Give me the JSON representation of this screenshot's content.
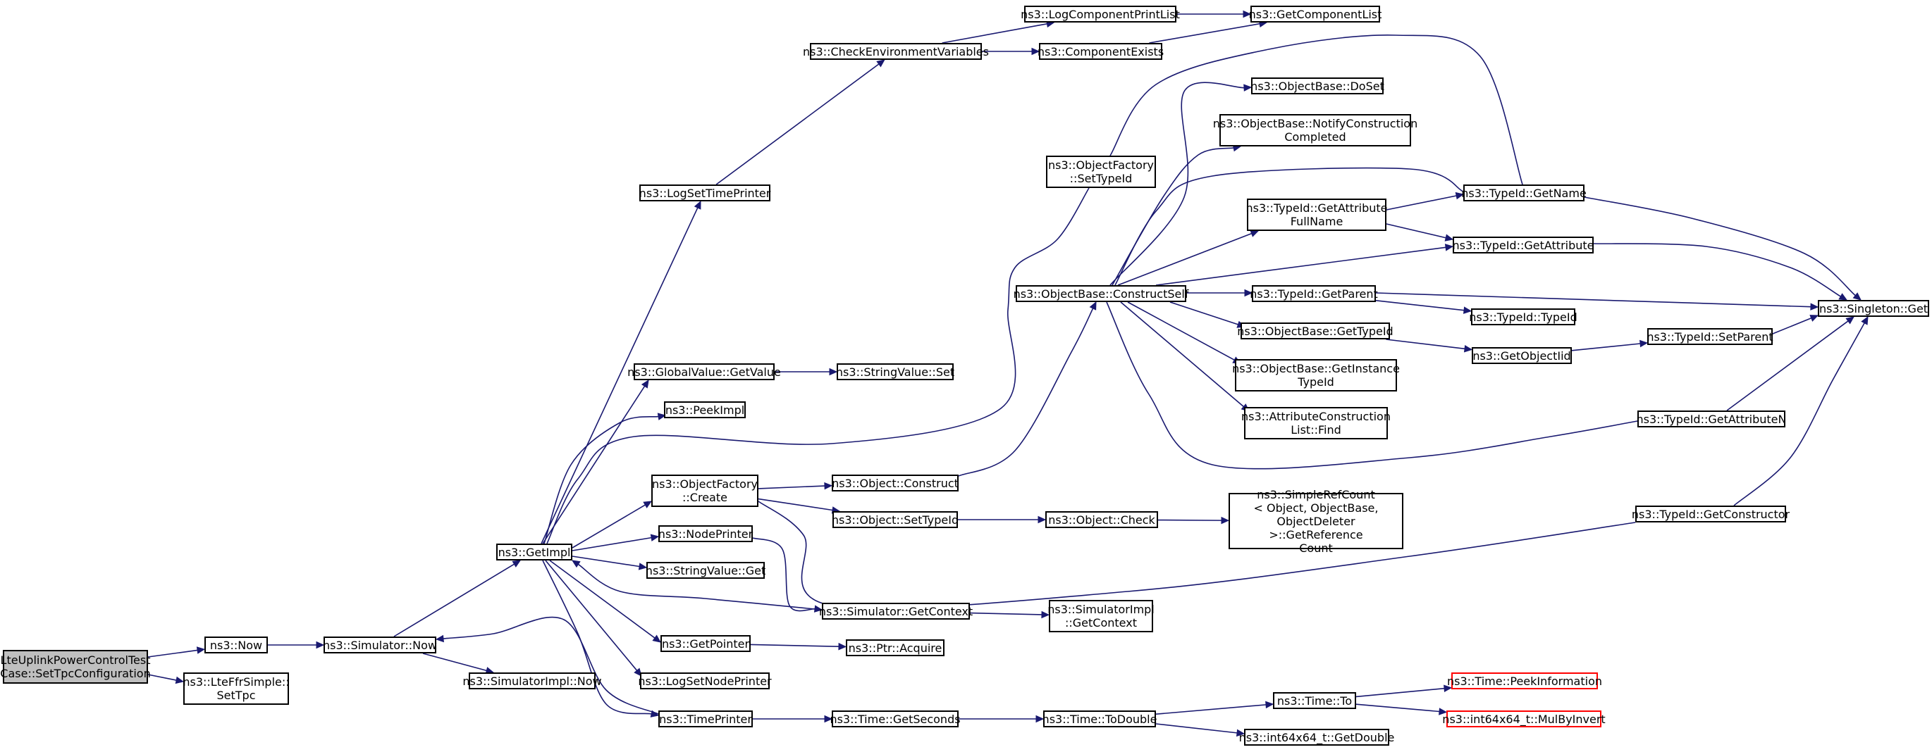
{
  "diagram": {
    "colors": {
      "edge": "#191970",
      "node_border": "#000000",
      "root_fill": "#bfbfbf",
      "truncated_border": "#ff0000"
    },
    "nodes": [
      {
        "id": "root",
        "label": "LteUplinkPowerControlTest\nCase::SetTpcConfiguration",
        "kind": "root"
      },
      {
        "id": "now",
        "label": "ns3::Now"
      },
      {
        "id": "setTpc",
        "label": "ns3::LteFfrSimple::\nSetTpc"
      },
      {
        "id": "simNow",
        "label": "ns3::Simulator::Now"
      },
      {
        "id": "simImplNow",
        "label": "ns3::SimulatorImpl::Now"
      },
      {
        "id": "getImpl",
        "label": "ns3::GetImpl"
      },
      {
        "id": "logSetTimePrinter",
        "label": "ns3::LogSetTimePrinter"
      },
      {
        "id": "checkEnv",
        "label": "ns3::CheckEnvironmentVariables"
      },
      {
        "id": "logCompPrint",
        "label": "ns3::LogComponentPrintList"
      },
      {
        "id": "compExists",
        "label": "ns3::ComponentExists"
      },
      {
        "id": "getCompList",
        "label": "ns3::GetComponentList"
      },
      {
        "id": "gvGetValue",
        "label": "ns3::GlobalValue::GetValue"
      },
      {
        "id": "strValSet",
        "label": "ns3::StringValue::Set"
      },
      {
        "id": "peekImpl",
        "label": "ns3::PeekImpl"
      },
      {
        "id": "ofCreate",
        "label": "ns3::ObjectFactory\n::Create"
      },
      {
        "id": "nodePrinter",
        "label": "ns3::NodePrinter"
      },
      {
        "id": "strValGet",
        "label": "ns3::StringValue::Get"
      },
      {
        "id": "getPointer",
        "label": "ns3::GetPointer"
      },
      {
        "id": "logSetNodePrinter",
        "label": "ns3::LogSetNodePrinter"
      },
      {
        "id": "timePrinter",
        "label": "ns3::TimePrinter"
      },
      {
        "id": "ofSetTypeId",
        "label": "ns3::ObjectFactory\n::SetTypeId"
      },
      {
        "id": "obConstructSelf",
        "label": "ns3::ObjectBase::ConstructSelf"
      },
      {
        "id": "objConstruct",
        "label": "ns3::Object::Construct"
      },
      {
        "id": "objSetTypeId",
        "label": "ns3::Object::SetTypeId"
      },
      {
        "id": "objCheck",
        "label": "ns3::Object::Check"
      },
      {
        "id": "simGetContext",
        "label": "ns3::Simulator::GetContext"
      },
      {
        "id": "simImplGetContext",
        "label": "ns3::SimulatorImpl\n::GetContext"
      },
      {
        "id": "ptrAcquire",
        "label": "ns3::Ptr::Acquire"
      },
      {
        "id": "timeGetSeconds",
        "label": "ns3::Time::GetSeconds"
      },
      {
        "id": "timeToDouble",
        "label": "ns3::Time::ToDouble"
      },
      {
        "id": "timeTo",
        "label": "ns3::Time::To"
      },
      {
        "id": "intGetDouble",
        "label": "ns3::int64x64_t::GetDouble"
      },
      {
        "id": "timePeekInfo",
        "label": "ns3::Time::PeekInformation",
        "kind": "truncated"
      },
      {
        "id": "intMulByInvert",
        "label": "ns3::int64x64_t::MulByInvert",
        "kind": "truncated"
      },
      {
        "id": "obDoSet",
        "label": "ns3::ObjectBase::DoSet"
      },
      {
        "id": "obNotify",
        "label": "ns3::ObjectBase::NotifyConstruction\nCompleted"
      },
      {
        "id": "tidGetAttrFullName",
        "label": "ns3::TypeId::GetAttribute\nFullName"
      },
      {
        "id": "tidGetParent",
        "label": "ns3::TypeId::GetParent"
      },
      {
        "id": "obGetTypeId",
        "label": "ns3::ObjectBase::GetTypeId"
      },
      {
        "id": "obGetInstanceTypeId",
        "label": "ns3::ObjectBase::GetInstance\nTypeId"
      },
      {
        "id": "acListFind",
        "label": "ns3::AttributeConstruction\nList::Find"
      },
      {
        "id": "simpleRefCount",
        "label": "ns3::SimpleRefCount\n< Object, ObjectBase,\n ObjectDeleter >::GetReference\nCount"
      },
      {
        "id": "tidGetName",
        "label": "ns3::TypeId::GetName"
      },
      {
        "id": "tidGetAttribute",
        "label": "ns3::TypeId::GetAttribute"
      },
      {
        "id": "tidTypeId",
        "label": "ns3::TypeId::TypeId"
      },
      {
        "id": "getObjectIid",
        "label": "ns3::GetObjectIid"
      },
      {
        "id": "tidSetParent",
        "label": "ns3::TypeId::SetParent"
      },
      {
        "id": "tidGetAttributeN",
        "label": "ns3::TypeId::GetAttributeN"
      },
      {
        "id": "tidGetConstructor",
        "label": "ns3::TypeId::GetConstructor"
      },
      {
        "id": "singletonGet",
        "label": "ns3::Singleton::Get"
      }
    ],
    "edges": [
      [
        "root",
        "now"
      ],
      [
        "root",
        "setTpc"
      ],
      [
        "now",
        "simNow"
      ],
      [
        "simNow",
        "getImpl"
      ],
      [
        "simNow",
        "simImplNow"
      ],
      [
        "getImpl",
        "logSetTimePrinter"
      ],
      [
        "getImpl",
        "gvGetValue"
      ],
      [
        "getImpl",
        "peekImpl"
      ],
      [
        "getImpl",
        "ofSetTypeId"
      ],
      [
        "getImpl",
        "ofCreate"
      ],
      [
        "getImpl",
        "nodePrinter"
      ],
      [
        "getImpl",
        "strValGet"
      ],
      [
        "getImpl",
        "getPointer"
      ],
      [
        "getImpl",
        "logSetNodePrinter"
      ],
      [
        "getImpl",
        "timePrinter"
      ],
      [
        "logSetTimePrinter",
        "checkEnv"
      ],
      [
        "checkEnv",
        "logCompPrint"
      ],
      [
        "checkEnv",
        "compExists"
      ],
      [
        "logCompPrint",
        "getCompList"
      ],
      [
        "compExists",
        "getCompList"
      ],
      [
        "gvGetValue",
        "strValSet"
      ],
      [
        "ofCreate",
        "objConstruct"
      ],
      [
        "ofCreate",
        "objSetTypeId"
      ],
      [
        "ofCreate",
        "tidGetConstructor"
      ],
      [
        "ofSetTypeId",
        "tidGetName"
      ],
      [
        "nodePrinter",
        "simGetContext"
      ],
      [
        "simGetContext",
        "getImpl"
      ],
      [
        "simGetContext",
        "simImplGetContext"
      ],
      [
        "getPointer",
        "ptrAcquire"
      ],
      [
        "timePrinter",
        "simNow"
      ],
      [
        "timePrinter",
        "timeGetSeconds"
      ],
      [
        "timeGetSeconds",
        "timeToDouble"
      ],
      [
        "timeToDouble",
        "timeTo"
      ],
      [
        "timeToDouble",
        "intGetDouble"
      ],
      [
        "timeTo",
        "timePeekInfo"
      ],
      [
        "timeTo",
        "intMulByInvert"
      ],
      [
        "objConstruct",
        "obConstructSelf"
      ],
      [
        "objSetTypeId",
        "objCheck"
      ],
      [
        "objCheck",
        "simpleRefCount"
      ],
      [
        "obConstructSelf",
        "obDoSet"
      ],
      [
        "obConstructSelf",
        "obNotify"
      ],
      [
        "obConstructSelf",
        "tidGetName"
      ],
      [
        "obConstructSelf",
        "tidGetAttrFullName"
      ],
      [
        "obConstructSelf",
        "tidGetAttribute"
      ],
      [
        "obConstructSelf",
        "tidGetParent"
      ],
      [
        "obConstructSelf",
        "obGetTypeId"
      ],
      [
        "obConstructSelf",
        "obGetInstanceTypeId"
      ],
      [
        "obConstructSelf",
        "acListFind"
      ],
      [
        "obConstructSelf",
        "tidGetAttributeN"
      ],
      [
        "tidGetAttrFullName",
        "tidGetName"
      ],
      [
        "tidGetAttrFullName",
        "tidGetAttribute"
      ],
      [
        "tidGetParent",
        "tidTypeId"
      ],
      [
        "tidGetParent",
        "singletonGet"
      ],
      [
        "obGetTypeId",
        "getObjectIid"
      ],
      [
        "getObjectIid",
        "tidSetParent"
      ],
      [
        "tidSetParent",
        "singletonGet"
      ],
      [
        "tidGetName",
        "singletonGet"
      ],
      [
        "tidGetAttribute",
        "singletonGet"
      ],
      [
        "tidGetAttributeN",
        "singletonGet"
      ],
      [
        "tidGetConstructor",
        "singletonGet"
      ]
    ]
  }
}
